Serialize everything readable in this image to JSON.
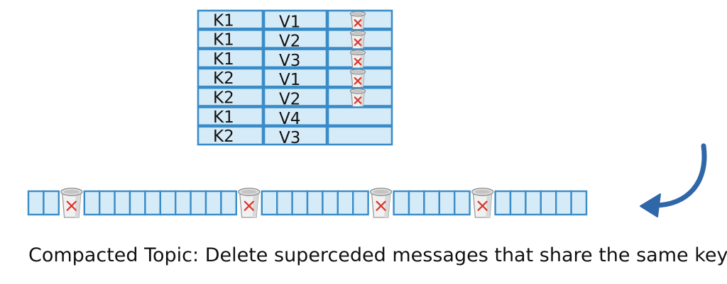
{
  "table": {
    "rows": [
      {
        "key": "K1",
        "value": "V1",
        "deleted": true
      },
      {
        "key": "K1",
        "value": "V2",
        "deleted": true
      },
      {
        "key": "K1",
        "value": "V3",
        "deleted": true
      },
      {
        "key": "K2",
        "value": "V1",
        "deleted": true
      },
      {
        "key": "K2",
        "value": "V2",
        "deleted": true
      },
      {
        "key": "K1",
        "value": "V4",
        "deleted": false
      },
      {
        "key": "K2",
        "value": "V3",
        "deleted": false
      }
    ]
  },
  "log": {
    "segments": [
      {
        "cells": 2,
        "bin_after": true
      },
      {
        "cells": 10,
        "bin_after": true
      },
      {
        "cells": 7,
        "bin_after": true
      },
      {
        "cells": 5,
        "bin_after": true
      },
      {
        "cells": 6,
        "bin_after": false
      }
    ]
  },
  "icons": {
    "bin": "trash-bin-with-x-icon",
    "arrow": "curved-arrow-icon"
  },
  "caption": "Compacted Topic: Delete superceded messages that share the same key",
  "colors": {
    "cell_fill": "#d6ebf8",
    "cell_stroke": "#3a8cc8",
    "arrow": "#2f67a8",
    "x_mark": "#d9352b"
  }
}
